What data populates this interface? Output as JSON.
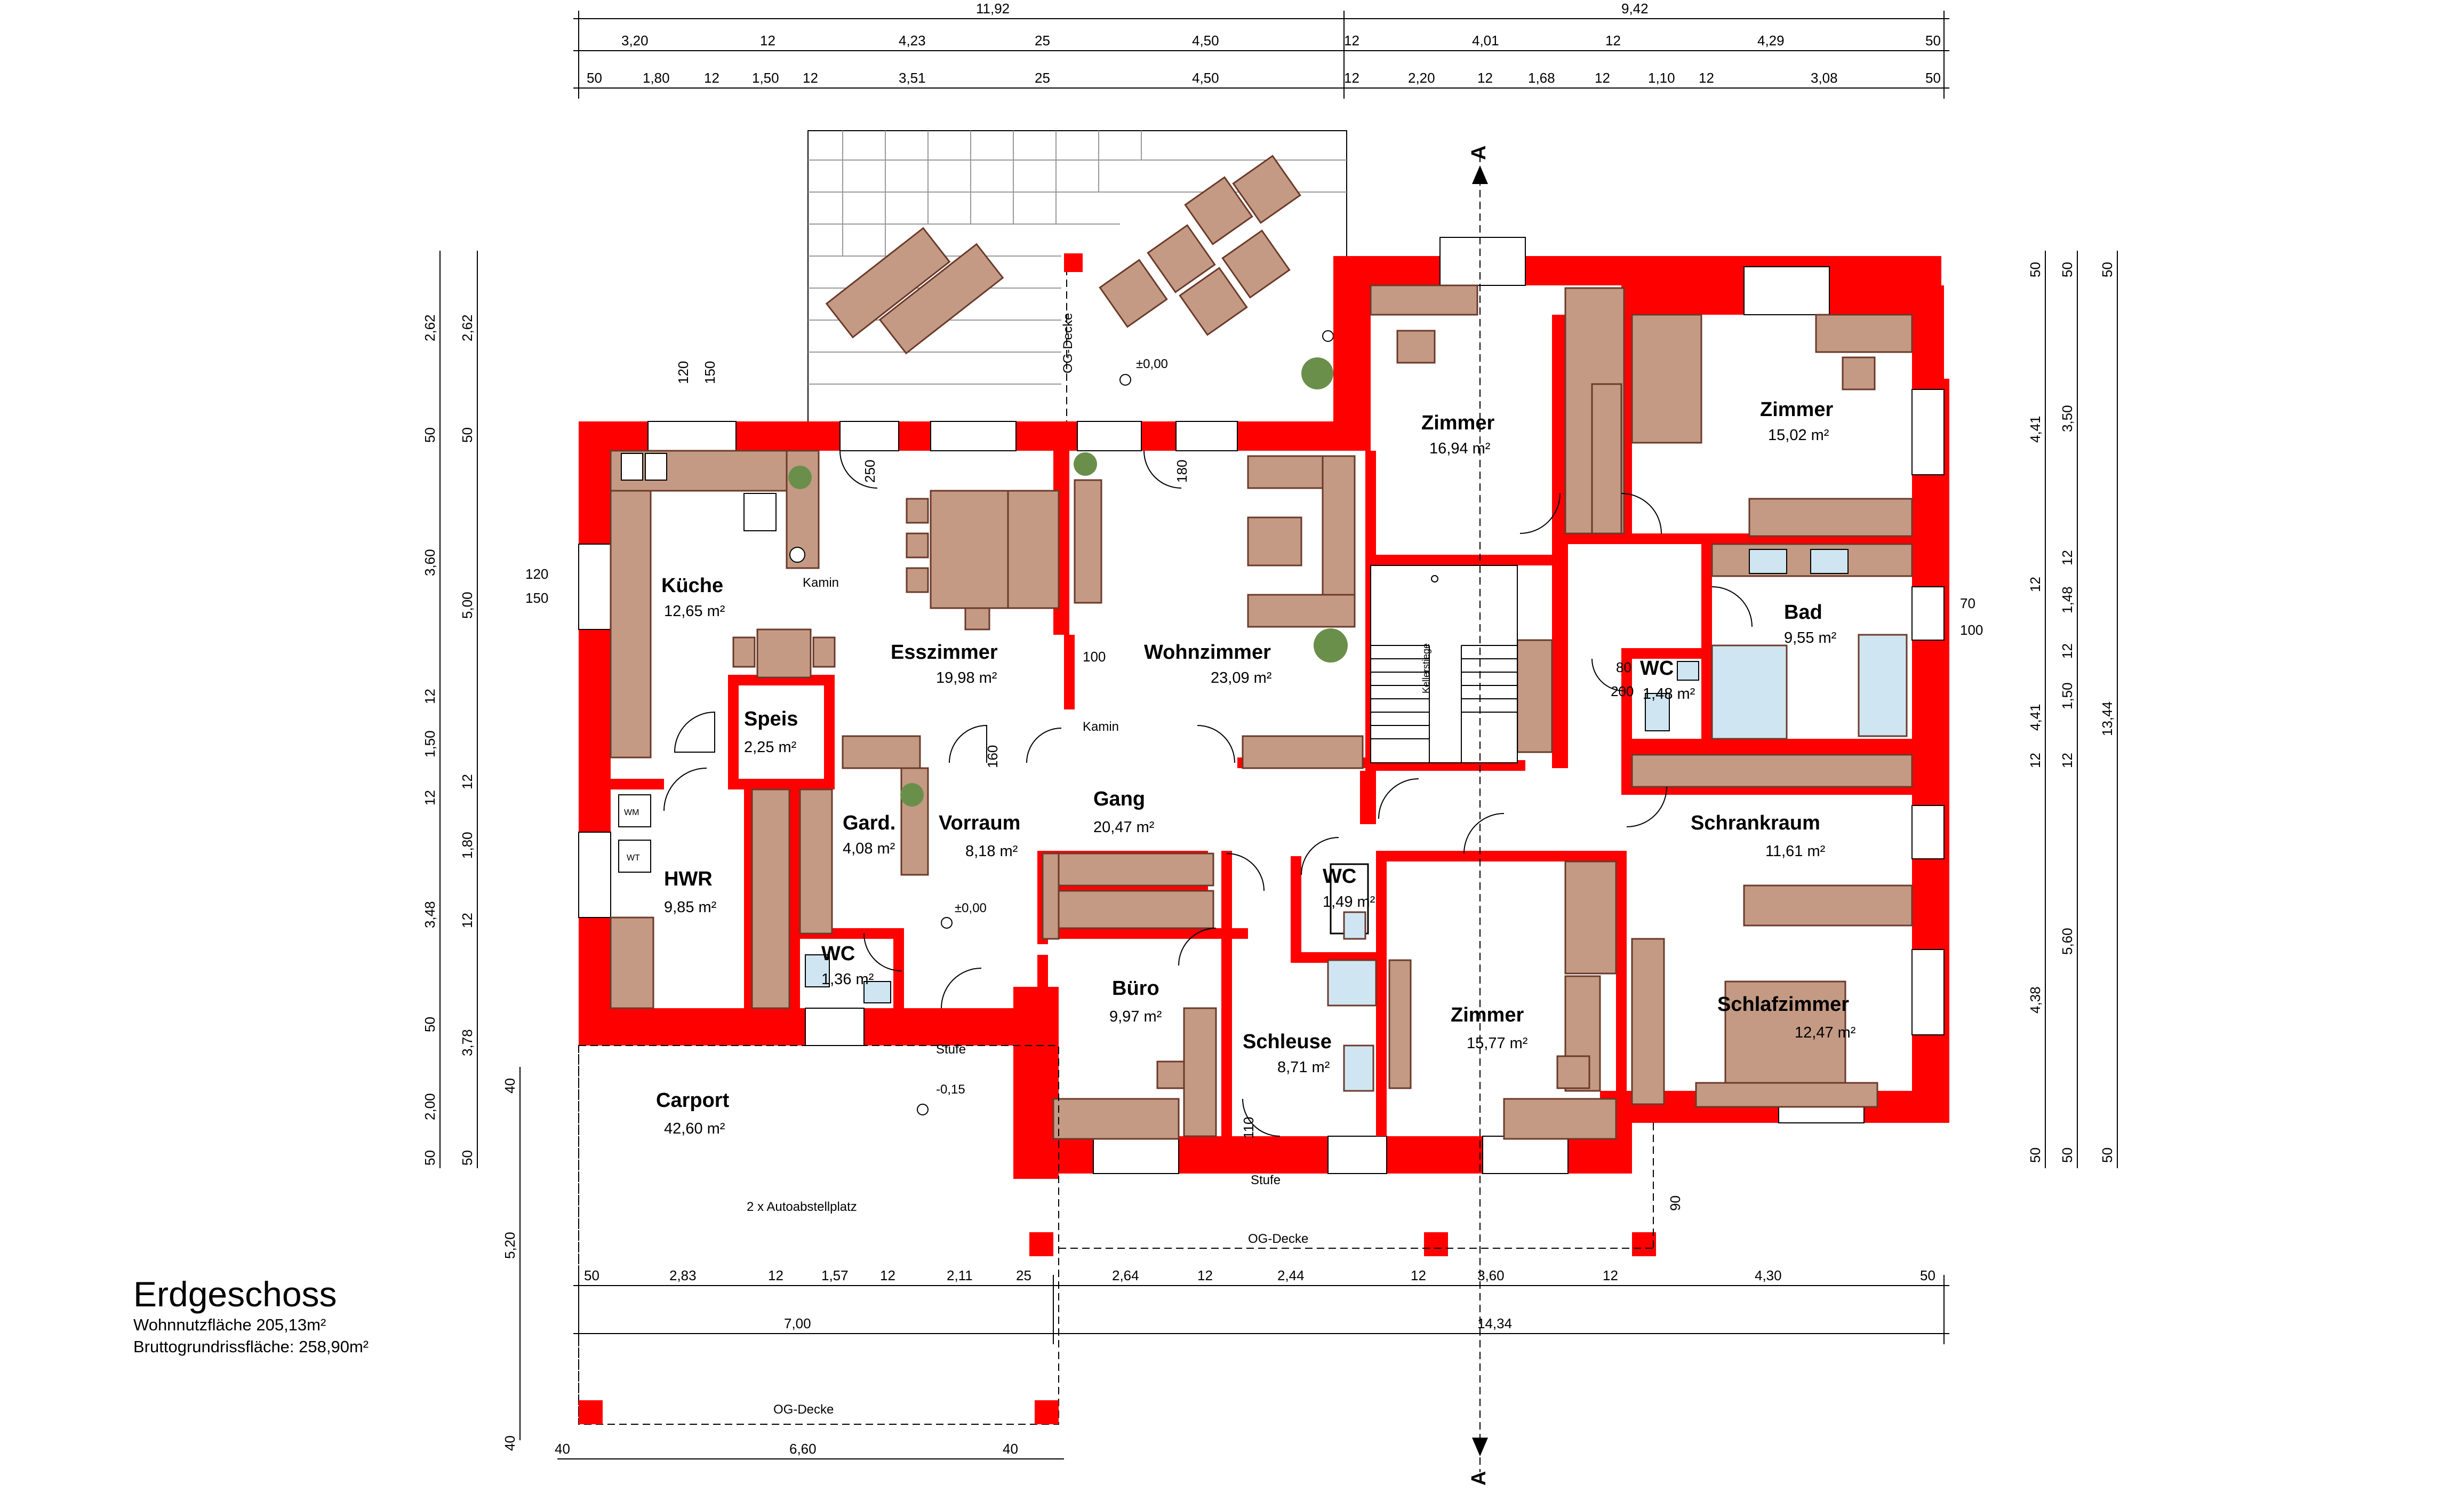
{
  "title": {
    "heading": "Erdgeschoss",
    "living_area": "Wohnnutzfläche 205,13m²",
    "gross_area": "Bruttogrundrissfläche: 258,90m²"
  },
  "colors": {
    "wall": "#ff0000",
    "furniture": "#c49a84",
    "furniture_stroke": "#6b3a2a"
  },
  "rooms": [
    {
      "id": "kueche",
      "name": "Küche",
      "area": "12,65 m²"
    },
    {
      "id": "esszimmer",
      "name": "Esszimmer",
      "area": "19,98 m²"
    },
    {
      "id": "wohnzimmer",
      "name": "Wohnzimmer",
      "area": "23,09 m²"
    },
    {
      "id": "zimmer1",
      "name": "Zimmer",
      "area": "16,94 m²"
    },
    {
      "id": "zimmer2",
      "name": "Zimmer",
      "area": "15,02 m²"
    },
    {
      "id": "bad",
      "name": "Bad",
      "area": "9,55 m²"
    },
    {
      "id": "wc1",
      "name": "WC",
      "area": "1,48 m²"
    },
    {
      "id": "speis",
      "name": "Speis",
      "area": "2,25 m²"
    },
    {
      "id": "gang",
      "name": "Gang",
      "area": "20,47 m²"
    },
    {
      "id": "gard",
      "name": "Gard.",
      "area": "4,08 m²"
    },
    {
      "id": "vorraum",
      "name": "Vorraum",
      "area": "8,18 m²"
    },
    {
      "id": "hwr",
      "name": "HWR",
      "area": "9,85 m²"
    },
    {
      "id": "wc2",
      "name": "WC",
      "area": "1,36 m²"
    },
    {
      "id": "wc3",
      "name": "WC",
      "area": "1,49 m²"
    },
    {
      "id": "buero",
      "name": "Büro",
      "area": "9,97 m²"
    },
    {
      "id": "schleuse",
      "name": "Schleuse",
      "area": "8,71 m²"
    },
    {
      "id": "zimmer3",
      "name": "Zimmer",
      "area": "15,77 m²"
    },
    {
      "id": "schrankraum",
      "name": "Schrankraum",
      "area": "11,61 m²"
    },
    {
      "id": "schlafzimmer",
      "name": "Schlafzimmer",
      "area": "12,47 m²"
    },
    {
      "id": "carport",
      "name": "Carport",
      "area": "42,60 m²"
    }
  ],
  "labels": {
    "kamin": "Kamin",
    "og_decke": "OG-Decke",
    "stufe": "Stufe",
    "autoabstellplatz": "2 x Autoabstellplatz",
    "level_0": "±0,00",
    "level_neg": "-0,15",
    "section": "A",
    "kellerstiege": "Kellerstiege",
    "wm": "WM",
    "wt": "WT"
  },
  "dims": {
    "top_total": [
      "11,92",
      "9,42"
    ],
    "top_mid": [
      "3,20",
      "12",
      "4,23",
      "25",
      "4,50",
      "12",
      "4,01",
      "12",
      "4,29",
      "50"
    ],
    "top_inner": [
      "50",
      "1,80",
      "12",
      "1,50",
      "12",
      "3,51",
      "25",
      "4,50",
      "12",
      "2,20",
      "12",
      "1,68",
      "12",
      "1,10",
      "12",
      "3,08",
      "50"
    ],
    "bottom_inner": [
      "50",
      "2,83",
      "12",
      "1,57",
      "12",
      "2,11",
      "25",
      "2,64",
      "12",
      "2,44",
      "12",
      "3,60",
      "12",
      "4,30",
      "50"
    ],
    "bottom_total": [
      "7,00",
      "14,34"
    ],
    "carport_bottom": [
      "40",
      "6,60",
      "40"
    ],
    "left_outer": [
      "2,62",
      "50",
      "3,60",
      "12",
      "1,50",
      "12",
      "3,48",
      "50",
      "2,00",
      "50"
    ],
    "left_inner": [
      "2,62",
      "50",
      "5,00",
      "12",
      "1,80",
      "12",
      "3,78",
      "50"
    ],
    "left_carport": [
      "40",
      "5,20",
      "40"
    ],
    "right_inner": [
      "50",
      "4,41",
      "12",
      "4,41",
      "12",
      "4,38",
      "50"
    ],
    "right_mid": [
      "50",
      "3,50",
      "12",
      "1,48",
      "12",
      "1,50",
      "12",
      "5,60",
      "50"
    ],
    "right_total": [
      "50",
      "13,44",
      "50"
    ],
    "window_sizes": [
      "120",
      "150",
      "70",
      "100",
      "80",
      "200",
      "250",
      "160",
      "110",
      "90",
      "180",
      "100"
    ]
  }
}
